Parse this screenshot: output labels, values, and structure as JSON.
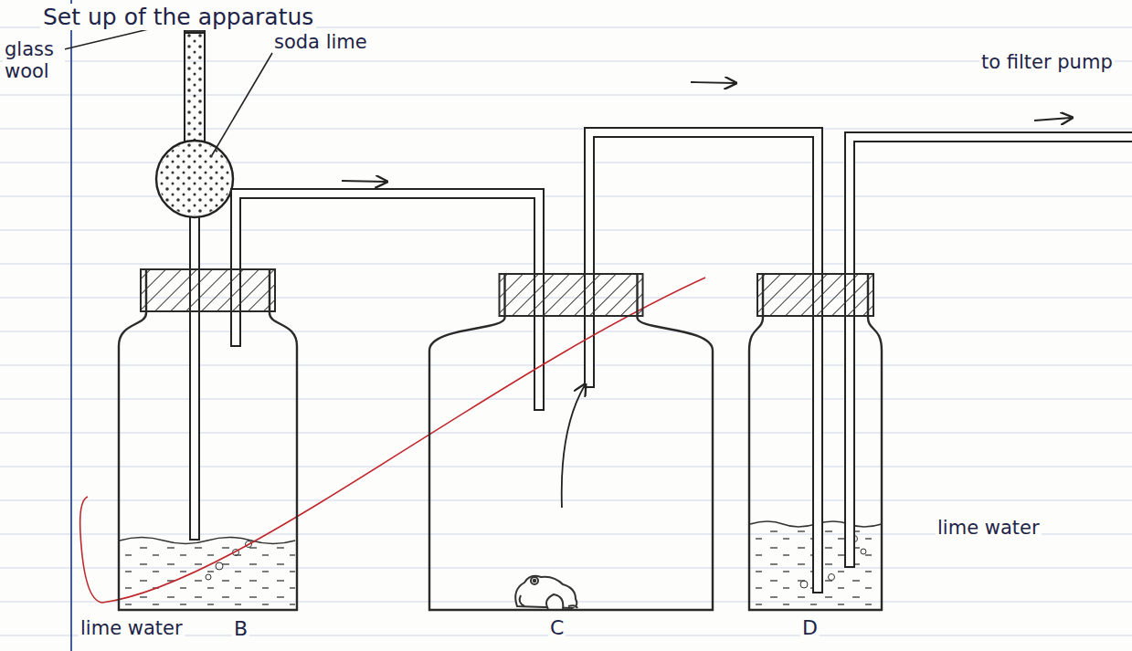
{
  "diagram": {
    "title": "Set up of the apparatus",
    "nodes": [
      {
        "text": [
          "B"
        ]
      },
      {
        "text": [
          "C"
        ]
      },
      {
        "text": [
          "D"
        ]
      }
    ],
    "edges": [
      {
        "from": 0,
        "to": 1,
        "arrow": "to"
      },
      {
        "from": 1,
        "to": 2,
        "arrow": "to"
      }
    ],
    "labels": [
      "glass wool",
      "soda lime",
      "to filter pump",
      "lime water",
      "lime water"
    ]
  }
}
